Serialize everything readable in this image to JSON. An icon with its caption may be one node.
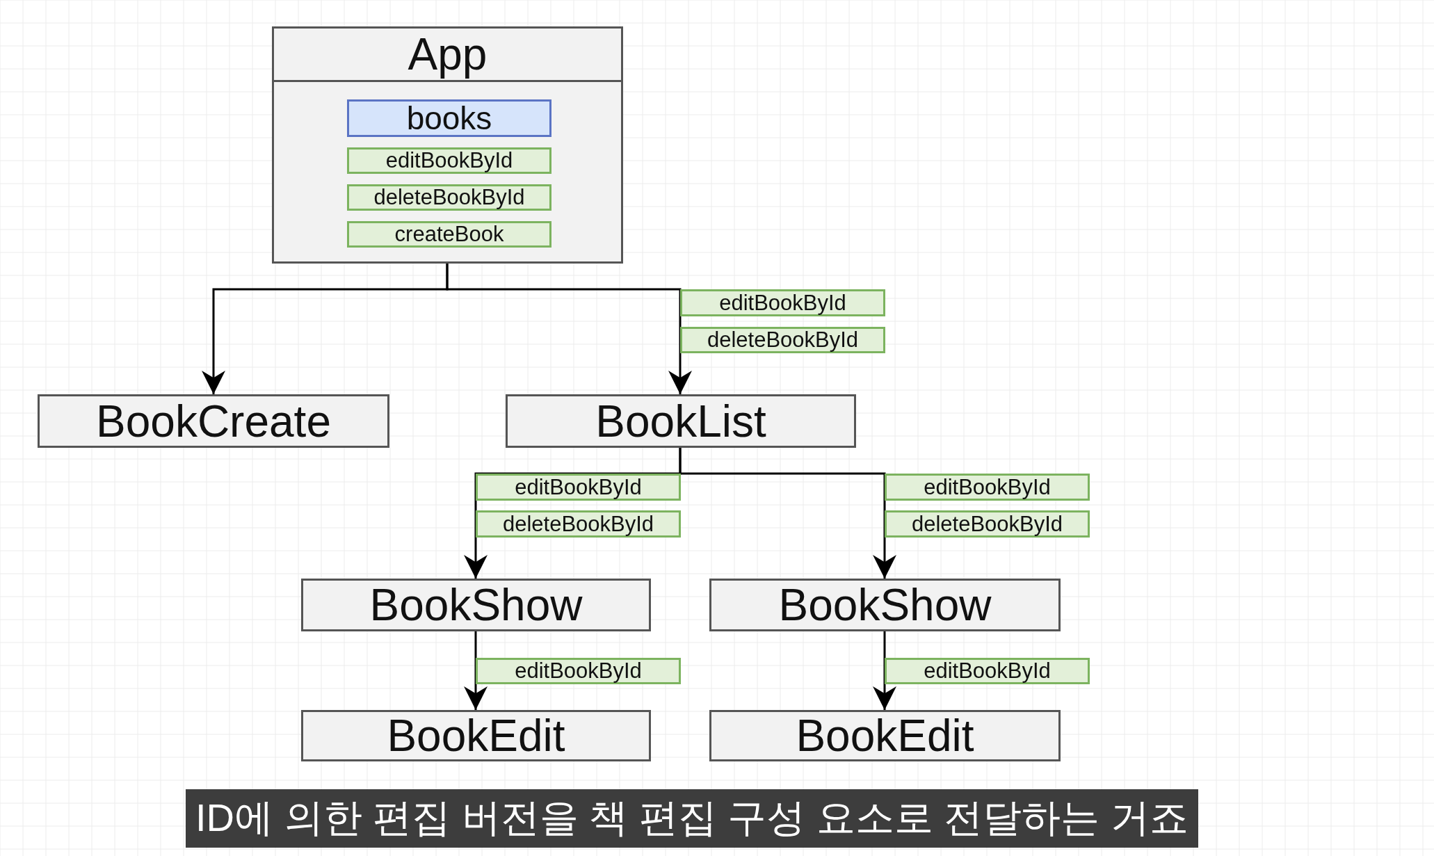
{
  "diagram": {
    "nodes": [
      {
        "text": [
          "App"
        ]
      },
      {
        "text": [
          "books"
        ],
        "in": 0
      },
      {
        "text": [
          "editBookById"
        ],
        "in": 0
      },
      {
        "text": [
          "deleteBookById"
        ],
        "in": 0
      },
      {
        "text": [
          "createBook"
        ],
        "in": 0
      },
      {
        "text": [
          "editBookById"
        ]
      },
      {
        "text": [
          "deleteBookById"
        ]
      },
      {
        "text": [
          "BookCreate"
        ]
      },
      {
        "text": [
          "BookList"
        ]
      },
      {
        "text": [
          "editBookById"
        ]
      },
      {
        "text": [
          "deleteBookById"
        ]
      },
      {
        "text": [
          "editBookById"
        ]
      },
      {
        "text": [
          "deleteBookById"
        ]
      },
      {
        "text": [
          "BookShow"
        ]
      },
      {
        "text": [
          "BookShow"
        ]
      },
      {
        "text": [
          "editBookById"
        ]
      },
      {
        "text": [
          "editBookById"
        ]
      },
      {
        "text": [
          "BookEdit"
        ]
      },
      {
        "text": [
          "BookEdit"
        ]
      }
    ],
    "edges": [
      {
        "from": 0,
        "to": 7,
        "arrow": "to"
      },
      {
        "from": 0,
        "to": 8,
        "arrow": "to"
      },
      {
        "from": 8,
        "to": 13,
        "arrow": "to"
      },
      {
        "from": 8,
        "to": 14,
        "arrow": "to"
      },
      {
        "from": 13,
        "to": 17,
        "arrow": "to"
      },
      {
        "from": 14,
        "to": 18,
        "arrow": "to"
      }
    ],
    "labels": [
      "ID에 의한 편집 버전을 책 편집 구성 요소로 전달하는 거죠"
    ]
  }
}
